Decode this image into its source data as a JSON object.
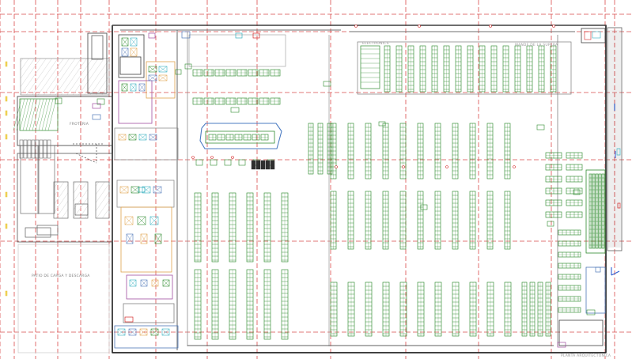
{
  "labels": {
    "electronics": "ELECTRONICS",
    "upper_right": "MANDE DE LA SUPERA",
    "loading_area": "FROTERIA",
    "bottom_left": "PATIO DE CARGA Y DESCARGA",
    "bottom_right": "PLANTA ARQUITECTONICA"
  },
  "colors": {
    "guide_red": "#d94b4b",
    "fixture_green": "#2e8b2e",
    "outline_dark": "#3f3f3f",
    "equipment_blue": "#4f78b8",
    "equipment_cyan": "#36b0bf",
    "equipment_orange": "#e0a34d",
    "equipment_magenta": "#a14fa1",
    "accent_red": "#d62828"
  }
}
